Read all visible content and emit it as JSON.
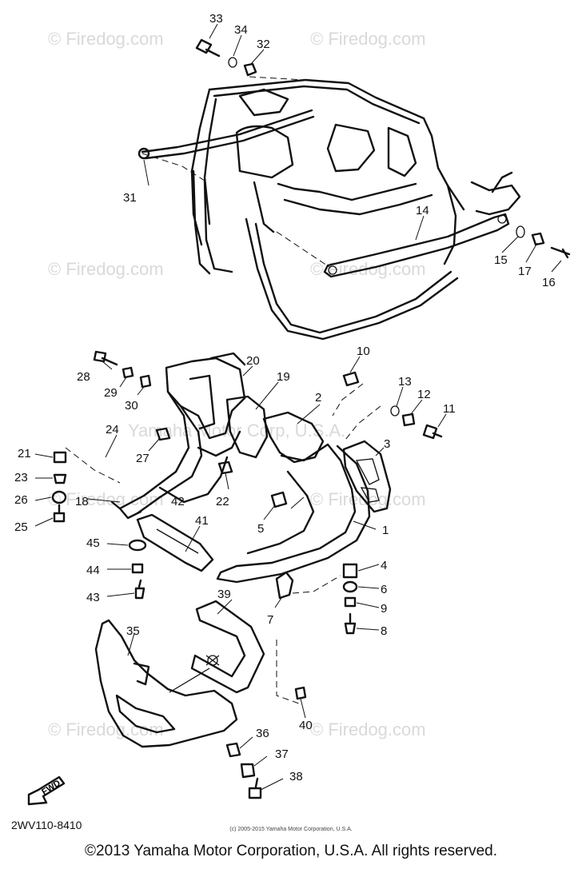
{
  "watermark": "© Firedog.com",
  "watermark_color": "#d9d9d9",
  "company_watermark": "Yamaha Motor Corp, U.S.A.",
  "drawing_code": "2WV110-8410",
  "small_copyright": "(c) 2005-2015 Yamaha Motor Corporation, U.S.A.",
  "copyright": "©2013 Yamaha Motor Corporation, U.S.A. All rights reserved.",
  "fwd_label": "FWD",
  "part_labels": [
    "33",
    "34",
    "32",
    "31",
    "14",
    "15",
    "17",
    "16",
    "28",
    "29",
    "30",
    "20",
    "19",
    "10",
    "13",
    "12",
    "11",
    "2",
    "3",
    "24",
    "27",
    "21",
    "23",
    "26",
    "18",
    "42",
    "22",
    "25",
    "5",
    "1",
    "41",
    "45",
    "44",
    "43",
    "4",
    "6",
    "9",
    "8",
    "7",
    "39",
    "35",
    "40",
    "36",
    "37",
    "38"
  ]
}
